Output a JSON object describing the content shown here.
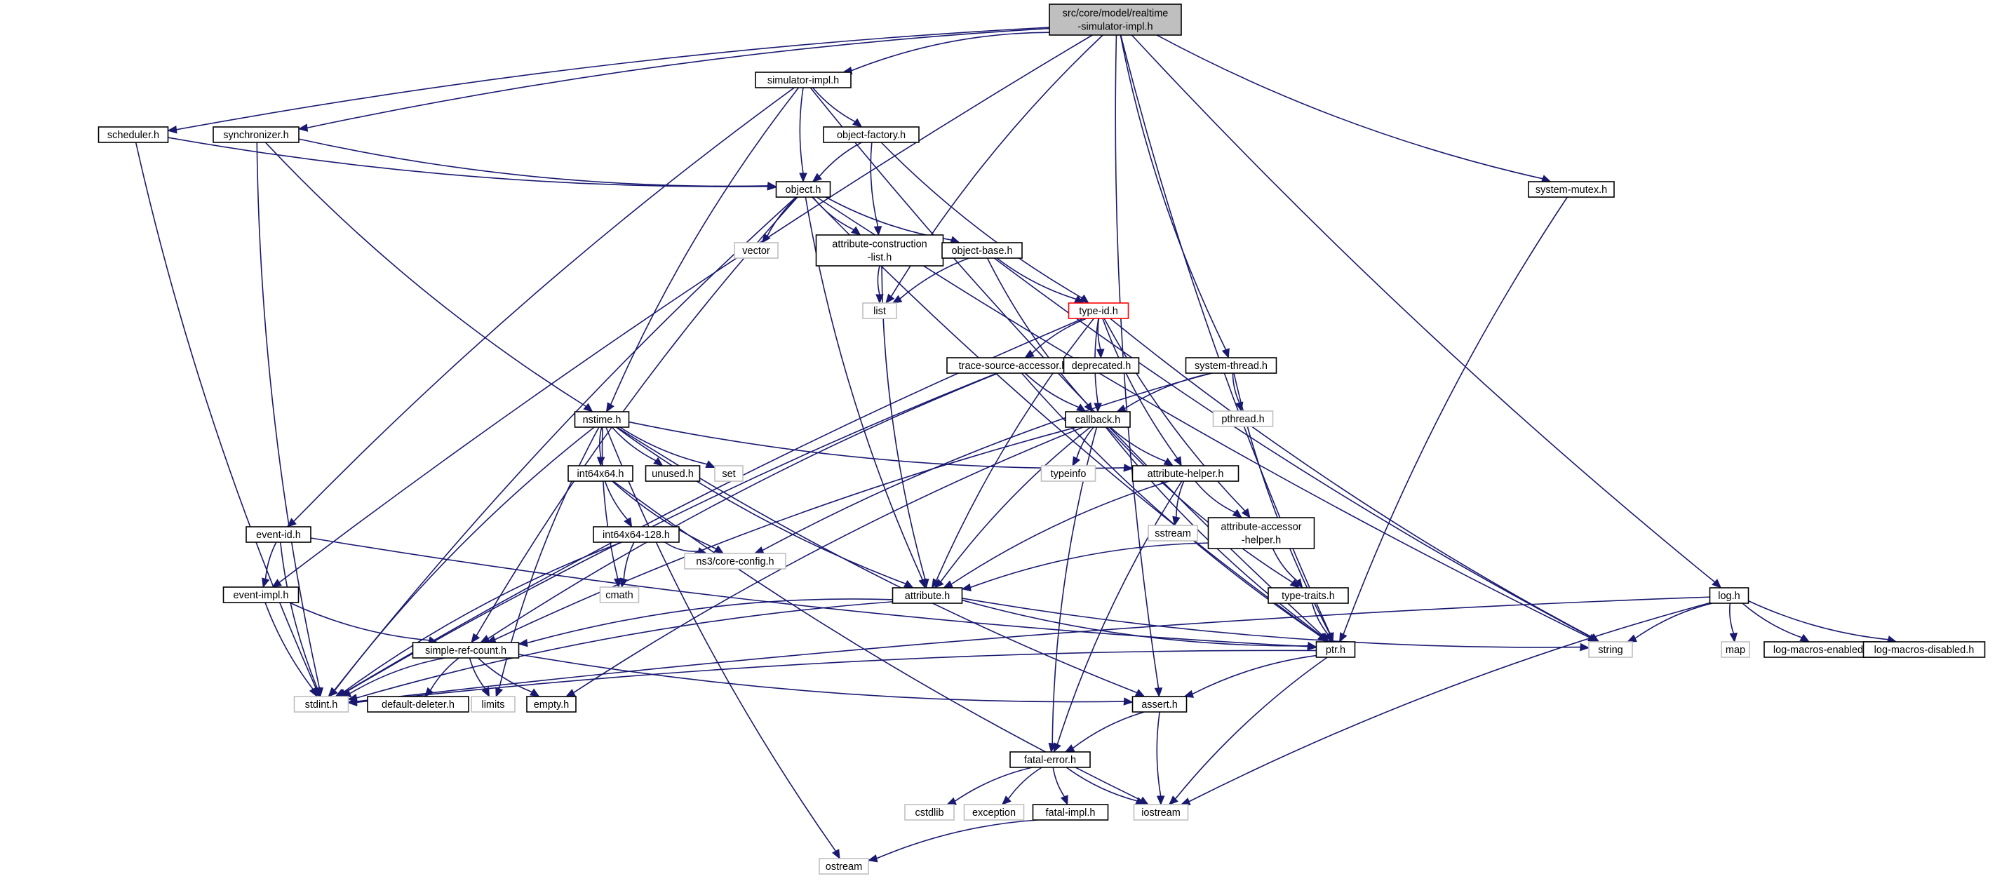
{
  "graph": {
    "colors": {
      "edge": "#191970",
      "node_border": "#000000",
      "node_border_external": "#bfbfbf",
      "node_border_highlight": "#ff0000",
      "root_fill": "#bfbfbf"
    },
    "nodes": [
      {
        "id": "root",
        "lines": [
          "src/core/model/realtime",
          "-simulator-impl.h"
        ],
        "kind": "root"
      },
      {
        "id": "sim",
        "lines": [
          "simulator-impl.h"
        ],
        "kind": "internal"
      },
      {
        "id": "sched",
        "lines": [
          "scheduler.h"
        ],
        "kind": "internal"
      },
      {
        "id": "sync",
        "lines": [
          "synchronizer.h"
        ],
        "kind": "internal"
      },
      {
        "id": "objfac",
        "lines": [
          "object-factory.h"
        ],
        "kind": "internal"
      },
      {
        "id": "object",
        "lines": [
          "object.h"
        ],
        "kind": "internal"
      },
      {
        "id": "sysmutex",
        "lines": [
          "system-mutex.h"
        ],
        "kind": "internal"
      },
      {
        "id": "vector",
        "lines": [
          "vector"
        ],
        "kind": "external"
      },
      {
        "id": "attrcon",
        "lines": [
          "attribute-construction",
          "-list.h"
        ],
        "kind": "internal"
      },
      {
        "id": "objbase",
        "lines": [
          "object-base.h"
        ],
        "kind": "internal"
      },
      {
        "id": "list",
        "lines": [
          "list"
        ],
        "kind": "external"
      },
      {
        "id": "typeid",
        "lines": [
          "type-id.h"
        ],
        "kind": "highlight"
      },
      {
        "id": "tsa",
        "lines": [
          "trace-source-accessor.h"
        ],
        "kind": "internal"
      },
      {
        "id": "deprecated",
        "lines": [
          "deprecated.h"
        ],
        "kind": "internal"
      },
      {
        "id": "systhread",
        "lines": [
          "system-thread.h"
        ],
        "kind": "internal"
      },
      {
        "id": "pthread",
        "lines": [
          "pthread.h"
        ],
        "kind": "external"
      },
      {
        "id": "nstime",
        "lines": [
          "nstime.h"
        ],
        "kind": "internal"
      },
      {
        "id": "callback",
        "lines": [
          "callback.h"
        ],
        "kind": "internal"
      },
      {
        "id": "int64x64",
        "lines": [
          "int64x64.h"
        ],
        "kind": "internal"
      },
      {
        "id": "unused",
        "lines": [
          "unused.h"
        ],
        "kind": "internal"
      },
      {
        "id": "set",
        "lines": [
          "set"
        ],
        "kind": "external"
      },
      {
        "id": "typeinfo",
        "lines": [
          "typeinfo"
        ],
        "kind": "external"
      },
      {
        "id": "attrhelper",
        "lines": [
          "attribute-helper.h"
        ],
        "kind": "internal"
      },
      {
        "id": "sstream",
        "lines": [
          "sstream"
        ],
        "kind": "external"
      },
      {
        "id": "attracc",
        "lines": [
          "attribute-accessor",
          "-helper.h"
        ],
        "kind": "internal"
      },
      {
        "id": "i128",
        "lines": [
          "int64x64-128.h"
        ],
        "kind": "internal"
      },
      {
        "id": "eventid",
        "lines": [
          "event-id.h"
        ],
        "kind": "internal"
      },
      {
        "id": "cmath",
        "lines": [
          "cmath"
        ],
        "kind": "external"
      },
      {
        "id": "coreconfig",
        "lines": [
          "ns3/core-config.h"
        ],
        "kind": "external"
      },
      {
        "id": "eventimpl",
        "lines": [
          "event-impl.h"
        ],
        "kind": "internal"
      },
      {
        "id": "attribute",
        "lines": [
          "attribute.h"
        ],
        "kind": "internal"
      },
      {
        "id": "typetraits",
        "lines": [
          "type-traits.h"
        ],
        "kind": "internal"
      },
      {
        "id": "log",
        "lines": [
          "log.h"
        ],
        "kind": "internal"
      },
      {
        "id": "simrefcount",
        "lines": [
          "simple-ref-count.h"
        ],
        "kind": "internal"
      },
      {
        "id": "ptr",
        "lines": [
          "ptr.h"
        ],
        "kind": "internal"
      },
      {
        "id": "string",
        "lines": [
          "string"
        ],
        "kind": "external"
      },
      {
        "id": "map",
        "lines": [
          "map"
        ],
        "kind": "external"
      },
      {
        "id": "logmacen",
        "lines": [
          "log-macros-enabled.h"
        ],
        "kind": "internal"
      },
      {
        "id": "logmacdis",
        "lines": [
          "log-macros-disabled.h"
        ],
        "kind": "internal"
      },
      {
        "id": "stdint",
        "lines": [
          "stdint.h"
        ],
        "kind": "external"
      },
      {
        "id": "deleter",
        "lines": [
          "default-deleter.h"
        ],
        "kind": "internal"
      },
      {
        "id": "limits",
        "lines": [
          "limits"
        ],
        "kind": "external"
      },
      {
        "id": "empty",
        "lines": [
          "empty.h"
        ],
        "kind": "internal"
      },
      {
        "id": "assert",
        "lines": [
          "assert.h"
        ],
        "kind": "internal"
      },
      {
        "id": "fatalerror",
        "lines": [
          "fatal-error.h"
        ],
        "kind": "internal"
      },
      {
        "id": "cstdlib",
        "lines": [
          "cstdlib"
        ],
        "kind": "external"
      },
      {
        "id": "exception",
        "lines": [
          "exception"
        ],
        "kind": "external"
      },
      {
        "id": "fatalimpl",
        "lines": [
          "fatal-impl.h"
        ],
        "kind": "internal"
      },
      {
        "id": "iostream",
        "lines": [
          "iostream"
        ],
        "kind": "external"
      },
      {
        "id": "ostream",
        "lines": [
          "ostream"
        ],
        "kind": "external"
      }
    ],
    "edges": [
      [
        "root",
        "sim"
      ],
      [
        "root",
        "sched"
      ],
      [
        "root",
        "sync"
      ],
      [
        "root",
        "list"
      ],
      [
        "root",
        "eventimpl"
      ],
      [
        "root",
        "ptr"
      ],
      [
        "root",
        "systhread"
      ],
      [
        "root",
        "sysmutex"
      ],
      [
        "root",
        "assert"
      ],
      [
        "root",
        "log"
      ],
      [
        "sim",
        "objfac"
      ],
      [
        "sim",
        "object"
      ],
      [
        "sim",
        "nstime"
      ],
      [
        "sim",
        "eventid"
      ],
      [
        "sim",
        "ptr"
      ],
      [
        "sched",
        "object"
      ],
      [
        "sched",
        "stdint"
      ],
      [
        "sync",
        "object"
      ],
      [
        "sync",
        "nstime"
      ],
      [
        "sync",
        "stdint"
      ],
      [
        "objfac",
        "object"
      ],
      [
        "objfac",
        "attrcon"
      ],
      [
        "objfac",
        "typeid"
      ],
      [
        "object",
        "vector"
      ],
      [
        "object",
        "attrcon"
      ],
      [
        "object",
        "objbase"
      ],
      [
        "object",
        "attribute"
      ],
      [
        "object",
        "simrefcount"
      ],
      [
        "object",
        "ptr"
      ],
      [
        "object",
        "string"
      ],
      [
        "object",
        "stdint"
      ],
      [
        "attrcon",
        "list"
      ],
      [
        "attrcon",
        "attribute"
      ],
      [
        "objbase",
        "list"
      ],
      [
        "objbase",
        "typeid"
      ],
      [
        "objbase",
        "callback"
      ],
      [
        "objbase",
        "string"
      ],
      [
        "typeid",
        "deprecated"
      ],
      [
        "typeid",
        "tsa"
      ],
      [
        "typeid",
        "callback"
      ],
      [
        "typeid",
        "attrhelper"
      ],
      [
        "typeid",
        "attracc"
      ],
      [
        "typeid",
        "attribute"
      ],
      [
        "typeid",
        "string"
      ],
      [
        "typeid",
        "stdint"
      ],
      [
        "tsa",
        "callback"
      ],
      [
        "tsa",
        "ptr"
      ],
      [
        "tsa",
        "simrefcount"
      ],
      [
        "tsa",
        "stdint"
      ],
      [
        "systhread",
        "pthread"
      ],
      [
        "systhread",
        "callback"
      ],
      [
        "systhread",
        "ptr"
      ],
      [
        "systhread",
        "coreconfig"
      ],
      [
        "sysmutex",
        "ptr"
      ],
      [
        "nstime",
        "int64x64"
      ],
      [
        "nstime",
        "unused"
      ],
      [
        "nstime",
        "set"
      ],
      [
        "nstime",
        "attrhelper"
      ],
      [
        "nstime",
        "attribute"
      ],
      [
        "nstime",
        "assert"
      ],
      [
        "nstime",
        "cmath"
      ],
      [
        "nstime",
        "limits"
      ],
      [
        "nstime",
        "ostream"
      ],
      [
        "nstime",
        "stdint"
      ],
      [
        "callback",
        "typeinfo"
      ],
      [
        "callback",
        "attrhelper"
      ],
      [
        "callback",
        "attribute"
      ],
      [
        "callback",
        "ptr"
      ],
      [
        "callback",
        "typetraits"
      ],
      [
        "callback",
        "fatalerror"
      ],
      [
        "callback",
        "empty"
      ],
      [
        "callback",
        "simrefcount"
      ],
      [
        "int64x64",
        "i128"
      ],
      [
        "int64x64",
        "coreconfig"
      ],
      [
        "int64x64",
        "iostream"
      ],
      [
        "i128",
        "cmath"
      ],
      [
        "i128",
        "coreconfig"
      ],
      [
        "i128",
        "stdint"
      ],
      [
        "attrhelper",
        "sstream"
      ],
      [
        "attrhelper",
        "attracc"
      ],
      [
        "attrhelper",
        "attribute"
      ],
      [
        "attrhelper",
        "fatalerror"
      ],
      [
        "attracc",
        "typetraits"
      ],
      [
        "attracc",
        "attribute"
      ],
      [
        "typetraits",
        "ptr"
      ],
      [
        "eventid",
        "eventimpl"
      ],
      [
        "eventid",
        "ptr"
      ],
      [
        "eventid",
        "stdint"
      ],
      [
        "eventimpl",
        "simrefcount"
      ],
      [
        "eventimpl",
        "stdint"
      ],
      [
        "attribute",
        "simrefcount"
      ],
      [
        "attribute",
        "ptr"
      ],
      [
        "attribute",
        "string"
      ],
      [
        "attribute",
        "stdint"
      ],
      [
        "log",
        "string"
      ],
      [
        "log",
        "map"
      ],
      [
        "log",
        "logmacen"
      ],
      [
        "log",
        "logmacdis"
      ],
      [
        "log",
        "iostream"
      ],
      [
        "log",
        "stdint"
      ],
      [
        "simrefcount",
        "deleter"
      ],
      [
        "simrefcount",
        "limits"
      ],
      [
        "simrefcount",
        "empty"
      ],
      [
        "simrefcount",
        "assert"
      ],
      [
        "simrefcount",
        "stdint"
      ],
      [
        "ptr",
        "assert"
      ],
      [
        "ptr",
        "iostream"
      ],
      [
        "ptr",
        "stdint"
      ],
      [
        "assert",
        "fatalerror"
      ],
      [
        "assert",
        "iostream"
      ],
      [
        "fatalerror",
        "cstdlib"
      ],
      [
        "fatalerror",
        "exception"
      ],
      [
        "fatalerror",
        "fatalimpl"
      ],
      [
        "fatalerror",
        "iostream"
      ],
      [
        "fatalimpl",
        "ostream"
      ]
    ]
  }
}
